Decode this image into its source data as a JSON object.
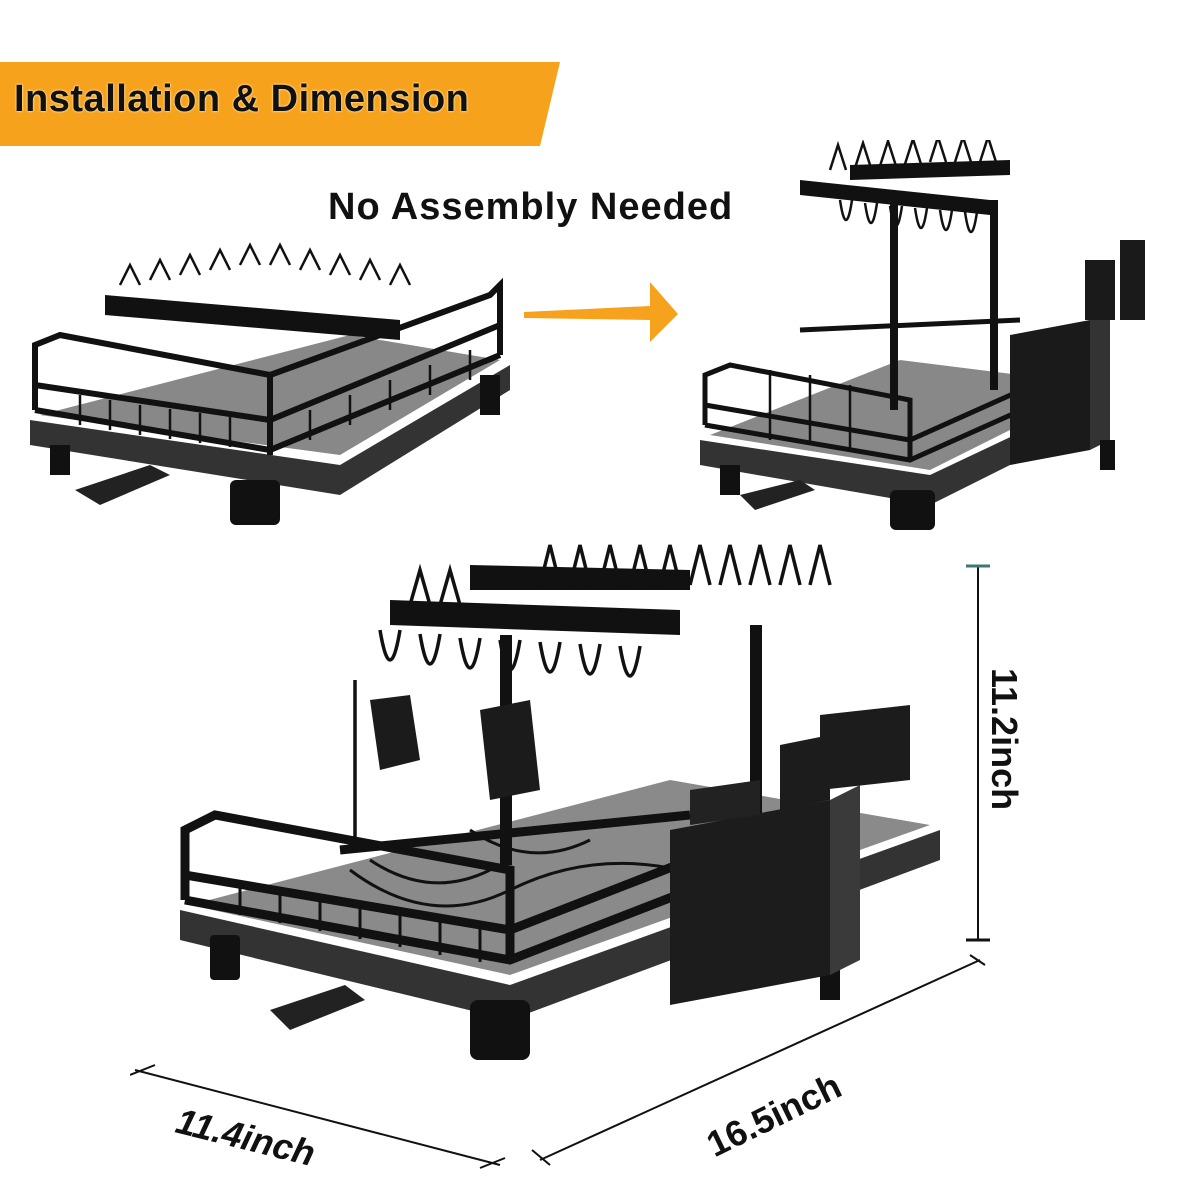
{
  "header": {
    "banner_label": "Installation & Dimension",
    "banner_color": "#F7A21D",
    "subtitle": "No Assembly Needed"
  },
  "flow": {
    "arrow_icon": "arrow-right-icon",
    "arrow_color": "#F7A21D"
  },
  "products": [
    {
      "name": "dish-rack-folded",
      "state": "folded"
    },
    {
      "name": "dish-rack-assembled",
      "state": "assembled"
    },
    {
      "name": "dish-rack-large",
      "state": "assembled-dimensioned"
    }
  ],
  "dimensions": {
    "height": "11.2inch",
    "length": "16.5inch",
    "width": "11.4inch"
  }
}
